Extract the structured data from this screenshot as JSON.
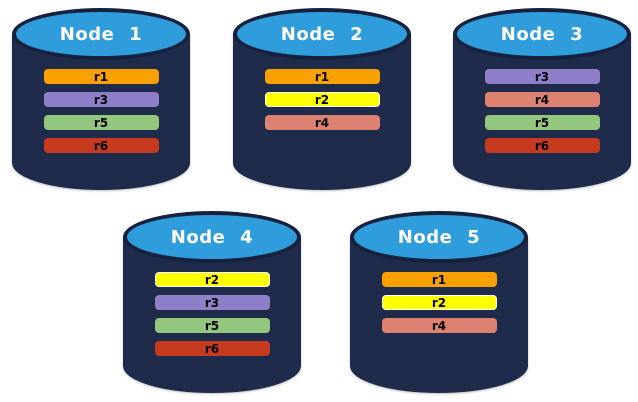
{
  "nodes": [
    {
      "label": "Node 1",
      "replicas": [
        {
          "label": "r1",
          "color": "#F9A100",
          "style": "background-color:#F9A100"
        },
        {
          "label": "r3",
          "color": "#8F7FC8",
          "style": "background-color:#8F7FC8"
        },
        {
          "label": "r5",
          "color": "#93C77E",
          "style": "background-color:#93C77E"
        },
        {
          "label": "r6",
          "color": "#C63A20",
          "style": "background-color:#C63A20"
        }
      ]
    },
    {
      "label": "Node 2",
      "replicas": [
        {
          "label": "r1",
          "color": "#F9A100",
          "style": "background-color:#F9A100"
        },
        {
          "label": "r2",
          "color": "#FFFF00",
          "style": "background-color:#FFFF00;border:1px solid #FFFFFF"
        },
        {
          "label": "r4",
          "color": "#DD8271",
          "style": "background-color:#DD8271"
        }
      ]
    },
    {
      "label": "Node 3",
      "replicas": [
        {
          "label": "r3",
          "color": "#8F7FC8",
          "style": "background-color:#8F7FC8"
        },
        {
          "label": "r4",
          "color": "#DD8271",
          "style": "background-color:#DD8271"
        },
        {
          "label": "r5",
          "color": "#93C77E",
          "style": "background-color:#93C77E"
        },
        {
          "label": "r6",
          "color": "#C63A20",
          "style": "background-color:#C63A20"
        }
      ]
    },
    {
      "label": "Node 4",
      "replicas": [
        {
          "label": "r2",
          "color": "#FFFF00",
          "style": "background-color:#FFFF00;border:1px solid #FFFFFF"
        },
        {
          "label": "r3",
          "color": "#8F7FC8",
          "style": "background-color:#8F7FC8"
        },
        {
          "label": "r5",
          "color": "#93C77E",
          "style": "background-color:#93C77E"
        },
        {
          "label": "r6",
          "color": "#C63A20",
          "style": "background-color:#C63A20"
        }
      ]
    },
    {
      "label": "Node 5",
      "replicas": [
        {
          "label": "r1",
          "color": "#F9A100",
          "style": "background-color:#F9A100"
        },
        {
          "label": "r2",
          "color": "#FFFF00",
          "style": "background-color:#FFFF00;border:1px solid #FFFFFF"
        },
        {
          "label": "r4",
          "color": "#DD8271",
          "style": "background-color:#DD8271"
        }
      ]
    }
  ],
  "colors": {
    "background": "#FFFFFF",
    "cylinder_body": "#1F2B4B",
    "cylinder_top": "#2F9CDB",
    "cylinder_outline": "#15213D",
    "node_label_text": "#FFFFFF",
    "replica_label_text": "#000000",
    "replica_r1_orange": "#F9A100",
    "replica_r2_yellow": "#FFFF00",
    "replica_r3_purple": "#8F7FC8",
    "replica_r4_salmon": "#DD8271",
    "replica_r5_green": "#93C77E",
    "replica_r6_red": "#C63A20"
  }
}
